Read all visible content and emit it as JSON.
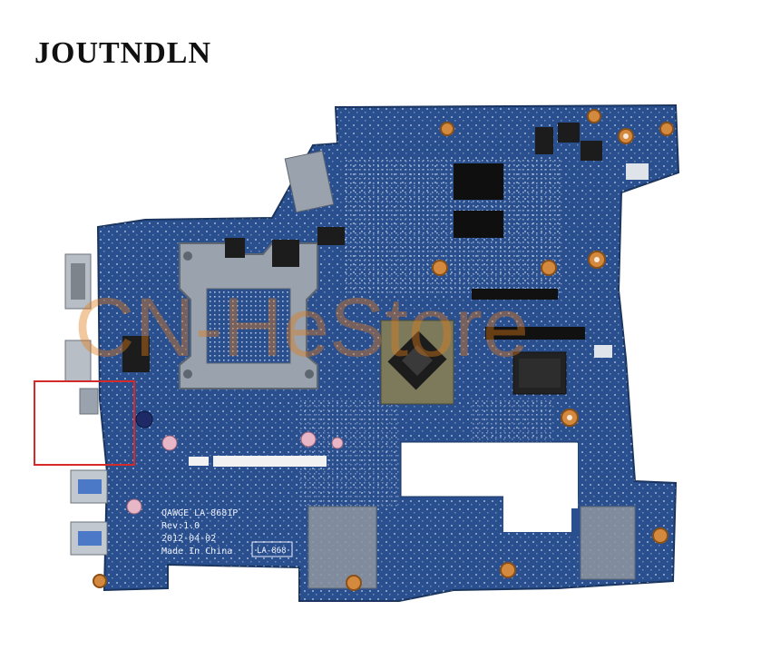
{
  "brand": "JOUTNDLN",
  "watermark": "CN-HeStore",
  "board": {
    "model": "QAWGE  LA-8681P",
    "revision": "Rev:1.0",
    "date": "2012-04-02",
    "origin": "Made In China",
    "tag": "LA-868"
  },
  "colors": {
    "pcb": "#2a4f8f",
    "pcb_dark": "#1e3c72",
    "highlight_box": "#d42a2a",
    "watermark": "#e07b1a"
  }
}
